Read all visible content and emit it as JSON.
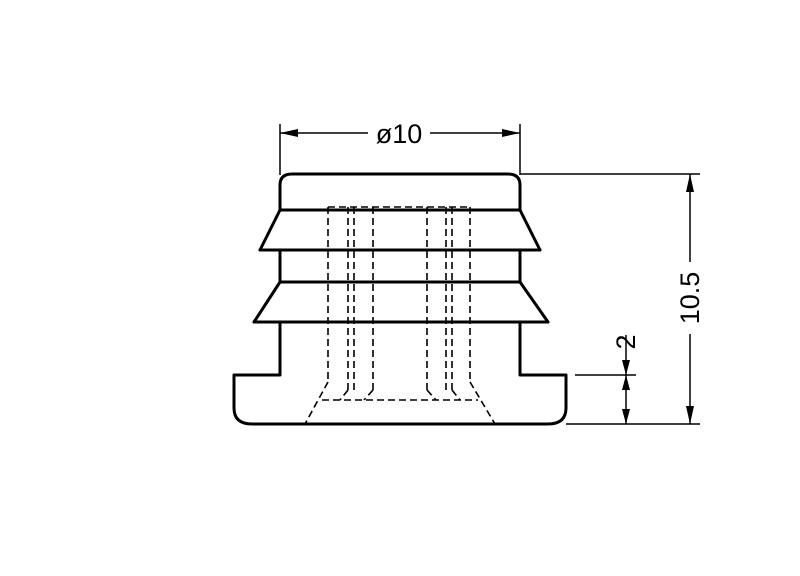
{
  "dimensions": {
    "diameter": {
      "label": "ø10",
      "value": 10
    },
    "height": {
      "label": "10.5",
      "value": 10.5
    },
    "flange": {
      "label": "2",
      "value": 2
    }
  },
  "colors": {
    "line": "#000000",
    "background": "#ffffff"
  }
}
